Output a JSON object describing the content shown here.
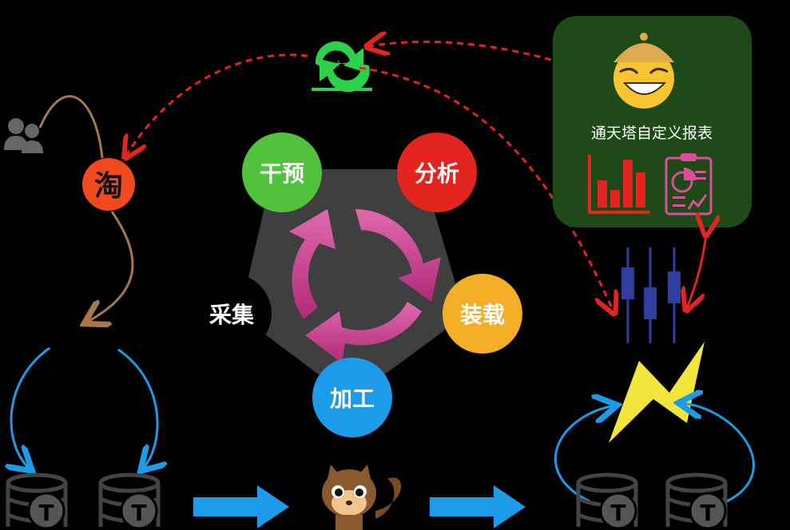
{
  "stages": {
    "intervene": "干预",
    "analyze": "分析",
    "collect": "采集",
    "load": "装载",
    "process": "加工"
  },
  "taobao_char": "淘",
  "report_panel": {
    "title": "通天塔自定义报表"
  },
  "sync_icon_text": "+−",
  "db_icon_letter": "T",
  "colors": {
    "intervene": "#52c23c",
    "analyze": "#e3241f",
    "load": "#f3ae25",
    "process": "#1e9be8",
    "taobao": "#f04a1d",
    "panel_bg": "#1e4a17",
    "arrow_blue": "#1e9be8",
    "dashed_red": "#e3241f",
    "cycle_pink": "#d94f9b",
    "pentagon": "#3f3f3f",
    "lightning": "#f2e63c"
  }
}
